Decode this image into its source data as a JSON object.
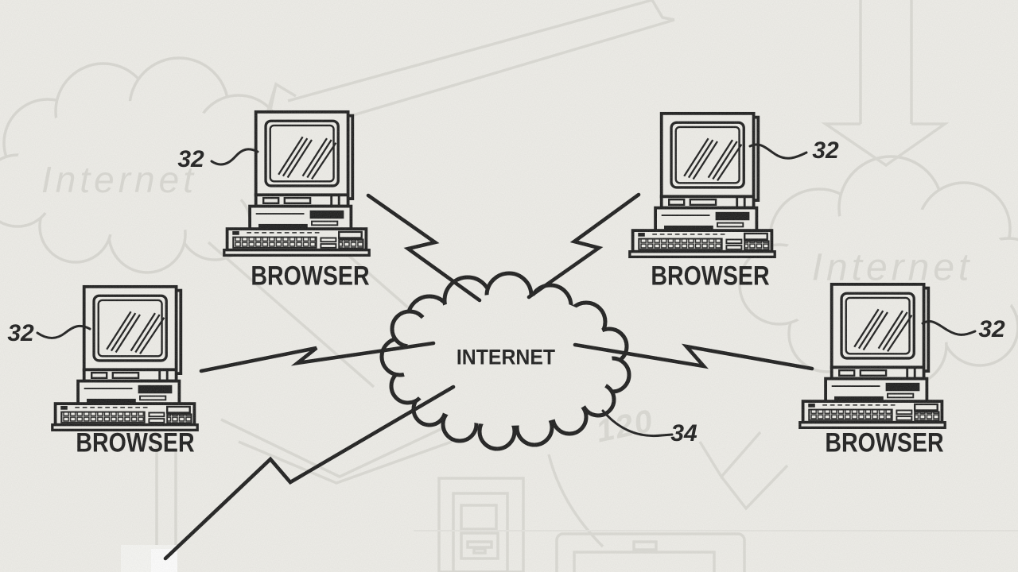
{
  "figure": {
    "internet": {
      "label": "INTERNET",
      "ref": "34"
    },
    "browsers": [
      {
        "position": "top-left",
        "label": "BROWSER",
        "ref": "32"
      },
      {
        "position": "top-right",
        "label": "BROWSER",
        "ref": "32"
      },
      {
        "position": "bottom-left",
        "label": "BROWSER",
        "ref": "32"
      },
      {
        "position": "bottom-right",
        "label": "BROWSER",
        "ref": "32"
      }
    ]
  },
  "watermark": {
    "internet_left": "Internet",
    "internet_right": "Internet",
    "ref": "120"
  },
  "colors": {
    "ink": "#161616",
    "paper": "#efeee9",
    "watermark": "#d9d8d2"
  }
}
